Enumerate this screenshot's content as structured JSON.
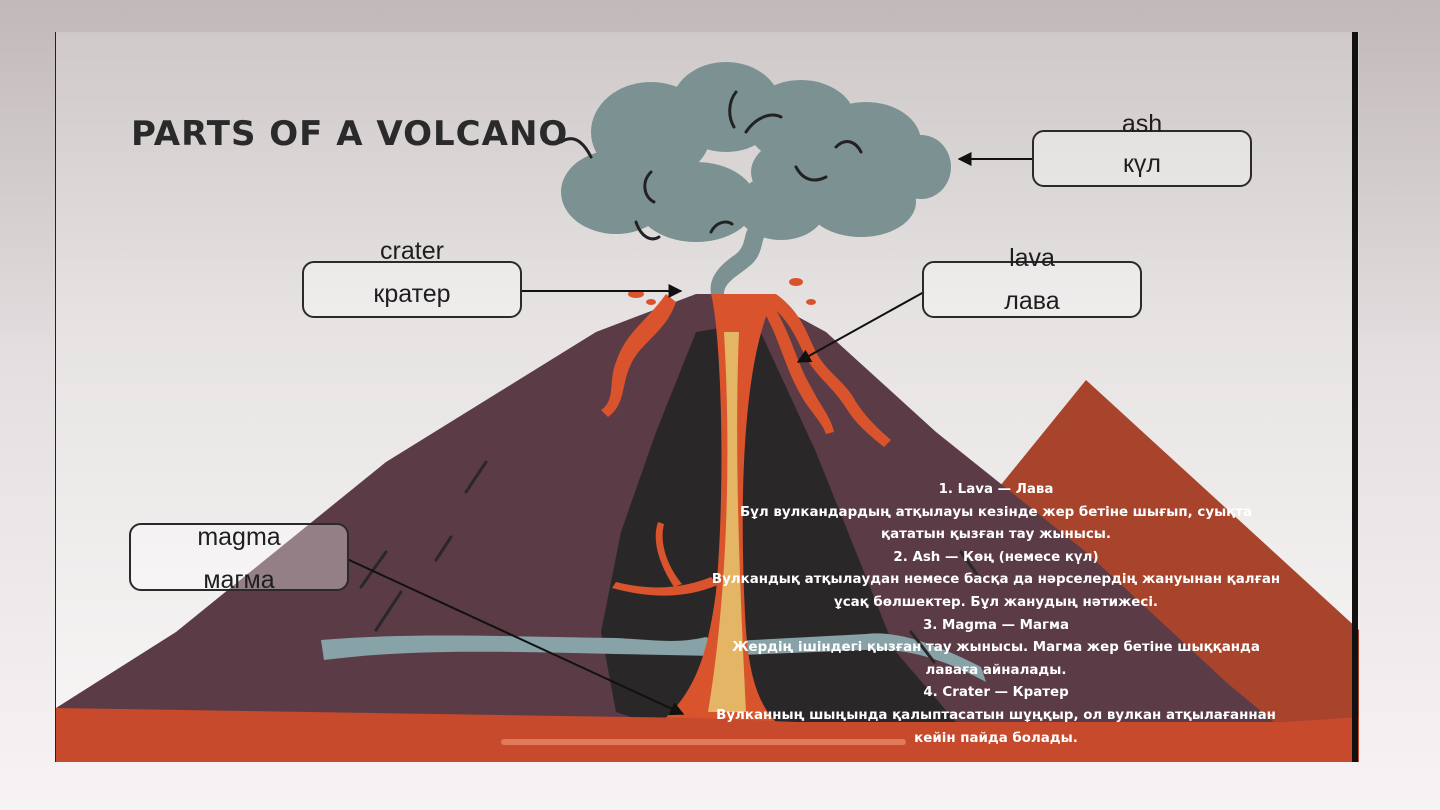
{
  "slide": {
    "title": "PARTS OF A VOLCANO",
    "labels": {
      "ash": {
        "en": "ash",
        "kk": "күл"
      },
      "crater": {
        "en": "crater",
        "kk": "кратер"
      },
      "lava": {
        "en": "lava",
        "kk": "лава"
      },
      "magma": {
        "en": "magma",
        "kk": "магма"
      }
    },
    "description": [
      "1. Lava — Лава",
      "Бұл вулкандардың атқылауы кезінде жер бетіне шығып, суықта",
      "қататын қызған тау жынысы.",
      "2. Ash — Көң (немесе күл)",
      "Вулкандық атқылаудан немесе басқа да нәрселердің жануынан қалған",
      "ұсақ бөлшектер. Бұл жанудың нәтижесі.",
      "3. Magma — Магма",
      "Жердің ішіндегі қызған тау жынысы. Магма жер бетіне шыққанда",
      "лаваға айналады.",
      "4. Crater — Кратер",
      "Вулканның шыңында қалыптасатын шұңқыр, ол вулкан атқылағаннан",
      "кейін пайда болады."
    ]
  },
  "colors": {
    "volcano": "#5b3b45",
    "inner_rock": "#2a2729",
    "lava": "#d9542c",
    "ground": "#c64a2b",
    "pyramid": "#a9442c",
    "ash_cloud": "#7b9192",
    "water_band": "#87a3a7"
  },
  "icons": [
    "arrow-left-icon",
    "arrow-right-icon",
    "arrow-diagonal-icon"
  ]
}
